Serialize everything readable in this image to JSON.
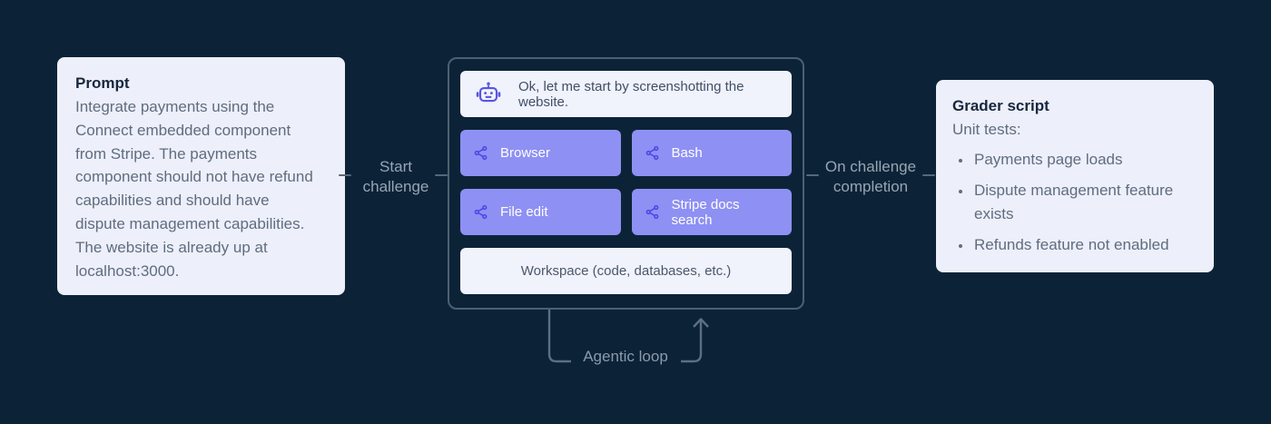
{
  "prompt_card": {
    "title": "Prompt",
    "body": "Integrate payments using the\nConnect embedded component\nfrom Stripe. The payments\ncomponent should not have refund\ncapabilities and should have\ndispute management capabilities.\nThe website is already up at\nlocalhost:3000."
  },
  "connectors": {
    "start_label": "Start\nchallenge",
    "completion_label": "On challenge\ncompletion",
    "loop_label": "Agentic loop"
  },
  "agent_box": {
    "message": "Ok, let me start by screenshotting the website.",
    "tools": [
      "Browser",
      "Bash",
      "File edit",
      "Stripe docs search"
    ],
    "workspace": "Workspace (code, databases, etc.)"
  },
  "grader_card": {
    "title": "Grader script",
    "subtitle": "Unit tests:",
    "tests": [
      "Payments page loads",
      "Dispute management feature exists",
      "Refunds feature not enabled"
    ]
  },
  "icons": {
    "robot": "robot-icon",
    "share": "share-icon",
    "arrow_up": "arrow-up-icon"
  },
  "colors": {
    "background": "#0c2337",
    "card_light": "#edeffa",
    "inner_card_light": "#f0f2fc",
    "tool_button": "#8e90f3",
    "tool_icon": "#4f46e5",
    "robot_icon": "#5a55e0",
    "box_border": "#4d6072",
    "connector_text": "#97a5b5",
    "loop_line": "#5d6f82",
    "title_text": "#17273f",
    "body_text": "#5f6d80"
  }
}
